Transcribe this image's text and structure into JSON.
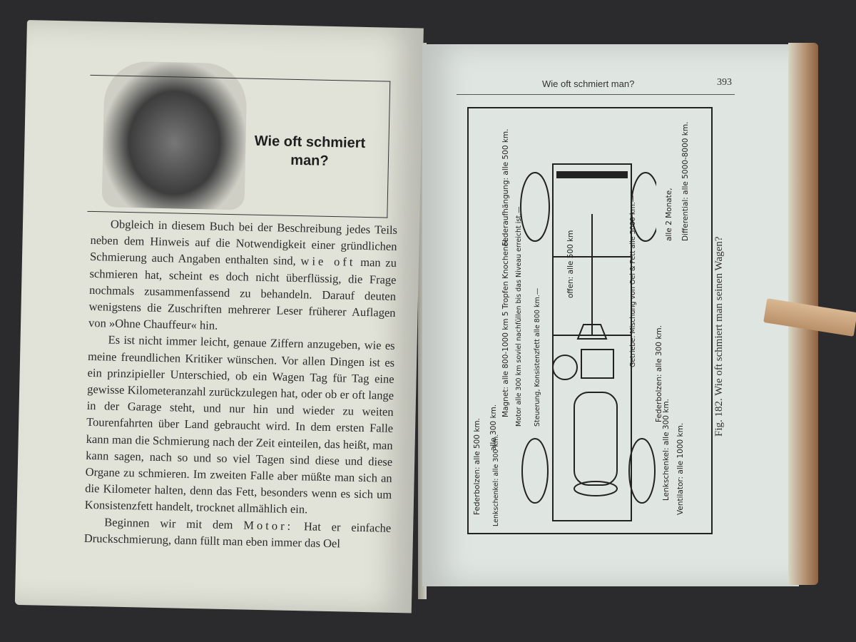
{
  "left_page": {
    "title": "Wie oft schmiert man?",
    "paragraphs": [
      "Obgleich in diesem Buch bei der Beschreibung jedes Teils neben dem Hinweis auf die Notwendigkeit einer gründlichen Schmierung auch Angaben enthalten sind,",
      "wie oft",
      "man zu schmieren hat, scheint es doch nicht überflüssig, die Frage nochmals zusammenfassend zu behandeln. Darauf deuten wenigstens die Zuschriften mehrerer Leser früherer Auflagen von »Ohne Chauffeur« hin.",
      "Es ist nicht immer leicht, genaue Ziffern anzugeben, wie es meine freundlichen Kritiker wünschen. Vor allen Dingen ist es ein prinzipieller Unterschied, ob ein Wagen Tag für Tag eine gewisse Kilometeranzahl zurückzulegen hat, oder ob er oft lange in der Garage steht, und nur hin und wieder zu weiten Tourenfahrten über Land gebraucht wird. In dem ersten Falle kann man die Schmierung nach der Zeit einteilen, das heißt, man kann sagen, nach so und so viel Tagen sind diese und diese Organe zu schmieren. Im zweiten Falle aber müßte man sich an die Kilometer halten, denn das Fett, besonders wenn es sich um Konsistenzfett handelt, trocknet allmählich ein.",
      "Beginnen wir mit dem",
      "Motor:",
      "Hat er einfache Druckschmierung, dann füllt man eben immer das Oel"
    ]
  },
  "right_page": {
    "header": "Wie oft schmiert man?",
    "page_number": "393",
    "caption": "Fig. 182. Wie oft schmiert man seinen Wagen?",
    "labels": {
      "federaufhaengung": "Federaufhängung: alle 500 km.",
      "differential": "Differential: alle 5000-8000 km.",
      "monate": "alle 2 Monate,",
      "offen": "offen: alle 500 km",
      "magnet": "Magnet: alle 800-1000 km 5 Tropfen Knochenöl.",
      "motor": "Motor alle 300 km soviel nachfüllen bis das Niveau erreicht ist.—",
      "steuerung": "Steuerung, Konsistenzfett alle 800 km.—",
      "getriebe": "Getriebe: Mischung von Oel & Fett alle 5000 km.—",
      "federbolzen_left": "Federbolzen: alle 500 km.",
      "alle300": "alle 300 km.",
      "lenkschenkel_left": "Lenkschenkel: alle 300 km.",
      "federbolzen_right": "Federbolzen: alle 300 km.",
      "lenkschenkel_right": "Lenkschenkel: alle 300 km.",
      "ventilator": "Ventilator: alle 1000 km."
    }
  }
}
